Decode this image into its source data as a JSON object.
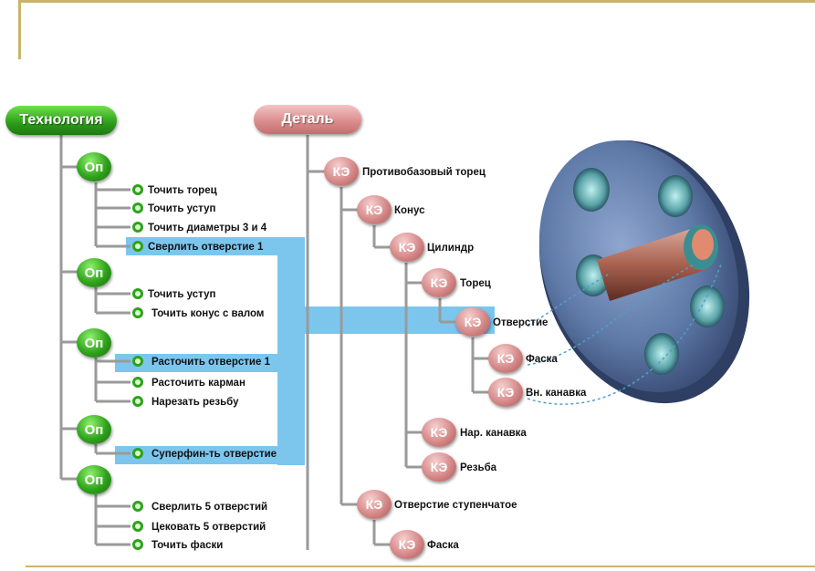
{
  "technology": {
    "title": "Технология",
    "op_label": "Оп",
    "operations": [
      {
        "label": "Оп",
        "steps": [
          "Точить торец",
          "Точить уступ",
          "Точить диаметры 3 и 4",
          "Сверлить отверстие 1"
        ]
      },
      {
        "label": "Оп",
        "steps": [
          "Точить уступ",
          "Точить конус с валом"
        ]
      },
      {
        "label": "Оп",
        "steps": [
          "Расточить отверстие 1",
          "Расточить карман",
          "Нарезать резьбу"
        ]
      },
      {
        "label": "Оп",
        "steps": [
          "Суперфин-ть отверстие"
        ]
      },
      {
        "label": "Оп",
        "steps": [
          "Сверлить 5 отверстий",
          "Цековать 5 отверстий",
          "Точить фаски"
        ]
      }
    ]
  },
  "detail": {
    "title": "Деталь",
    "ke_label": "КЭ",
    "elements": [
      "Противобазовый торец",
      "Конус",
      "Цилиндр",
      "Торец",
      "Отверстие",
      "Фаска",
      "Вн. канавка",
      "Нар. канавка",
      "Резьба",
      "Отверстие ступенчатое",
      "Фаска"
    ]
  },
  "colors": {
    "frame": "#c8b56a",
    "link_highlight": "#7cc6ee",
    "tree_line": "#9a9a9a",
    "technology_node": "#2fa21c",
    "detail_node": "#d58888",
    "part_body": "#5f7aa8"
  }
}
